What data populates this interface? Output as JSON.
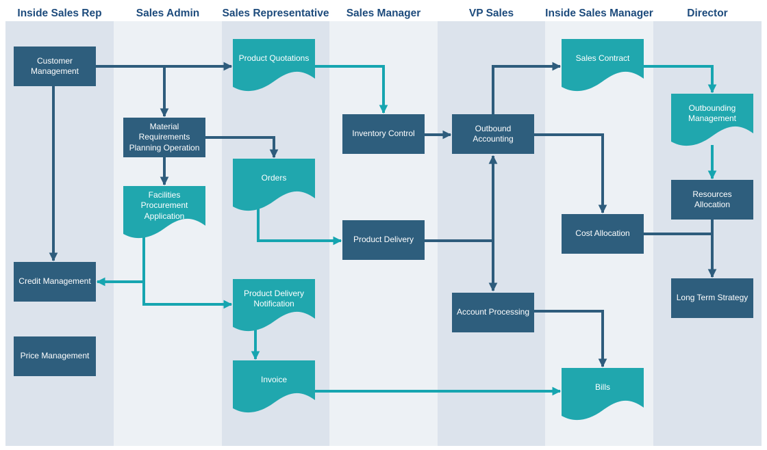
{
  "diagram_title": "Sales process flowchart (swimlane diagram)",
  "colors": {
    "process_box": "#2e5e7d",
    "document_shape": "#20a7ae",
    "arrow_navy": "#2e5c7c",
    "arrow_teal": "#16a5b0",
    "lane_dark": "#dce3ec",
    "lane_light": "#edf1f5",
    "header_text": "#1d4b7c",
    "node_text": "#ffffff",
    "page_background": "#ffffff"
  },
  "lanes": [
    {
      "label": "Inside Sales Rep"
    },
    {
      "label": "Sales Admin"
    },
    {
      "label": "Sales Representative"
    },
    {
      "label": "Sales Manager"
    },
    {
      "label": "VP Sales"
    },
    {
      "label": "Inside Sales Manager"
    },
    {
      "label": "Director"
    }
  ],
  "nodes": [
    {
      "id": "customer-management",
      "label": "Customer Management",
      "type": "process",
      "lane": "Inside Sales Rep"
    },
    {
      "id": "credit-management",
      "label": "Credit Management",
      "type": "process",
      "lane": "Inside Sales Rep"
    },
    {
      "id": "price-management",
      "label": "Price Management",
      "type": "process",
      "lane": "Inside Sales Rep"
    },
    {
      "id": "material-requirements-planning-operation",
      "label": "Material Requirements Planning Operation",
      "type": "process",
      "lane": "Sales Admin"
    },
    {
      "id": "facilities-procurement-application",
      "label": "Facilities Procurement Application",
      "type": "document",
      "lane": "Sales Admin"
    },
    {
      "id": "product-quotations",
      "label": "Product Quotations",
      "type": "document",
      "lane": "Sales Representative"
    },
    {
      "id": "orders",
      "label": "Orders",
      "type": "document",
      "lane": "Sales Representative"
    },
    {
      "id": "product-delivery-notification",
      "label": "Product Delivery Notification",
      "type": "document",
      "lane": "Sales Representative"
    },
    {
      "id": "invoice",
      "label": "Invoice",
      "type": "document",
      "lane": "Sales Representative"
    },
    {
      "id": "inventory-control",
      "label": "Inventory Control",
      "type": "process",
      "lane": "Sales Manager"
    },
    {
      "id": "product-delivery",
      "label": "Product Delivery",
      "type": "process",
      "lane": "Sales Manager"
    },
    {
      "id": "outbound-accounting",
      "label": "Outbound Accounting",
      "type": "process",
      "lane": "VP Sales"
    },
    {
      "id": "account-processing",
      "label": "Account Processing",
      "type": "process",
      "lane": "VP Sales"
    },
    {
      "id": "sales-contract",
      "label": "Sales Contract",
      "type": "document",
      "lane": "Inside Sales Manager"
    },
    {
      "id": "cost-allocation",
      "label": "Cost Allocation",
      "type": "process",
      "lane": "Inside Sales Manager"
    },
    {
      "id": "bills",
      "label": "Bills",
      "type": "document",
      "lane": "Inside Sales Manager"
    },
    {
      "id": "outbounding-management",
      "label": "Outbounding Management",
      "type": "document",
      "lane": "Director"
    },
    {
      "id": "resources-allocation",
      "label": "Resources Allocation",
      "type": "process",
      "lane": "Director"
    },
    {
      "id": "long-term-strategy",
      "label": "Long Term Strategy",
      "type": "process",
      "lane": "Director"
    }
  ],
  "edges": [
    {
      "from": "customer-management",
      "to": "product-quotations",
      "color": "navy"
    },
    {
      "from": "customer-management",
      "to": "material-requirements-planning-operation",
      "color": "navy"
    },
    {
      "from": "customer-management",
      "to": "credit-management",
      "color": "navy"
    },
    {
      "from": "credit-management",
      "to": "price-management",
      "color": "navy"
    },
    {
      "from": "material-requirements-planning-operation",
      "to": "facilities-procurement-application",
      "color": "navy"
    },
    {
      "from": "material-requirements-planning-operation",
      "to": "orders",
      "color": "navy"
    },
    {
      "from": "product-quotations",
      "to": "inventory-control",
      "color": "teal"
    },
    {
      "from": "inventory-control",
      "to": "outbound-accounting",
      "color": "navy"
    },
    {
      "from": "outbound-accounting",
      "to": "sales-contract",
      "color": "navy"
    },
    {
      "from": "outbound-accounting",
      "to": "cost-allocation",
      "color": "navy"
    },
    {
      "from": "outbound-accounting",
      "to": "account-processing",
      "color": "navy",
      "bidirectional": true
    },
    {
      "from": "product-delivery",
      "to": "outbound-accounting",
      "color": "navy"
    },
    {
      "from": "orders",
      "to": "product-delivery",
      "color": "teal"
    },
    {
      "from": "facilities-procurement-application",
      "to": "credit-management",
      "color": "teal"
    },
    {
      "from": "facilities-procurement-application",
      "to": "product-delivery-notification",
      "color": "teal"
    },
    {
      "from": "product-delivery-notification",
      "to": "invoice",
      "color": "teal"
    },
    {
      "from": "invoice",
      "to": "bills",
      "color": "teal"
    },
    {
      "from": "account-processing",
      "to": "bills",
      "color": "navy"
    },
    {
      "from": "sales-contract",
      "to": "outbounding-management",
      "color": "teal"
    },
    {
      "from": "outbounding-management",
      "to": "resources-allocation",
      "color": "teal"
    },
    {
      "from": "resources-allocation",
      "to": "long-term-strategy",
      "color": "navy"
    },
    {
      "from": "cost-allocation",
      "to": "long-term-strategy",
      "color": "navy"
    }
  ]
}
